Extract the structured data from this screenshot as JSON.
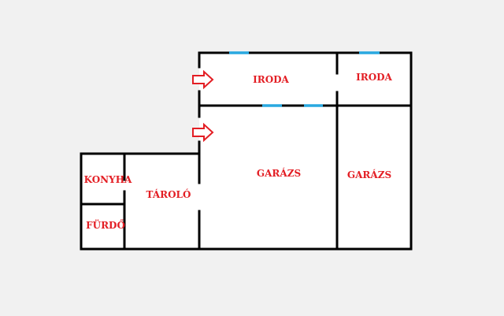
{
  "floorplan": {
    "colors": {
      "background": "#f1f1f1",
      "floor": "#ffffff",
      "wall": "#000000",
      "window": "#29a8e0",
      "label": "#e31e24",
      "arrow": "#e31e24"
    },
    "rooms": {
      "iroda_left": "IRODA",
      "iroda_right": "IRODA",
      "garazs_left": "GARÁZS",
      "garazs_right": "GARÁZS",
      "konyha": "KONYHA",
      "furdo": "FÜRDŐ",
      "tarolo": "TÁROLÓ"
    },
    "icons": {
      "entrance_upper": "entrance-arrow-icon",
      "entrance_lower": "entrance-arrow-icon"
    }
  }
}
